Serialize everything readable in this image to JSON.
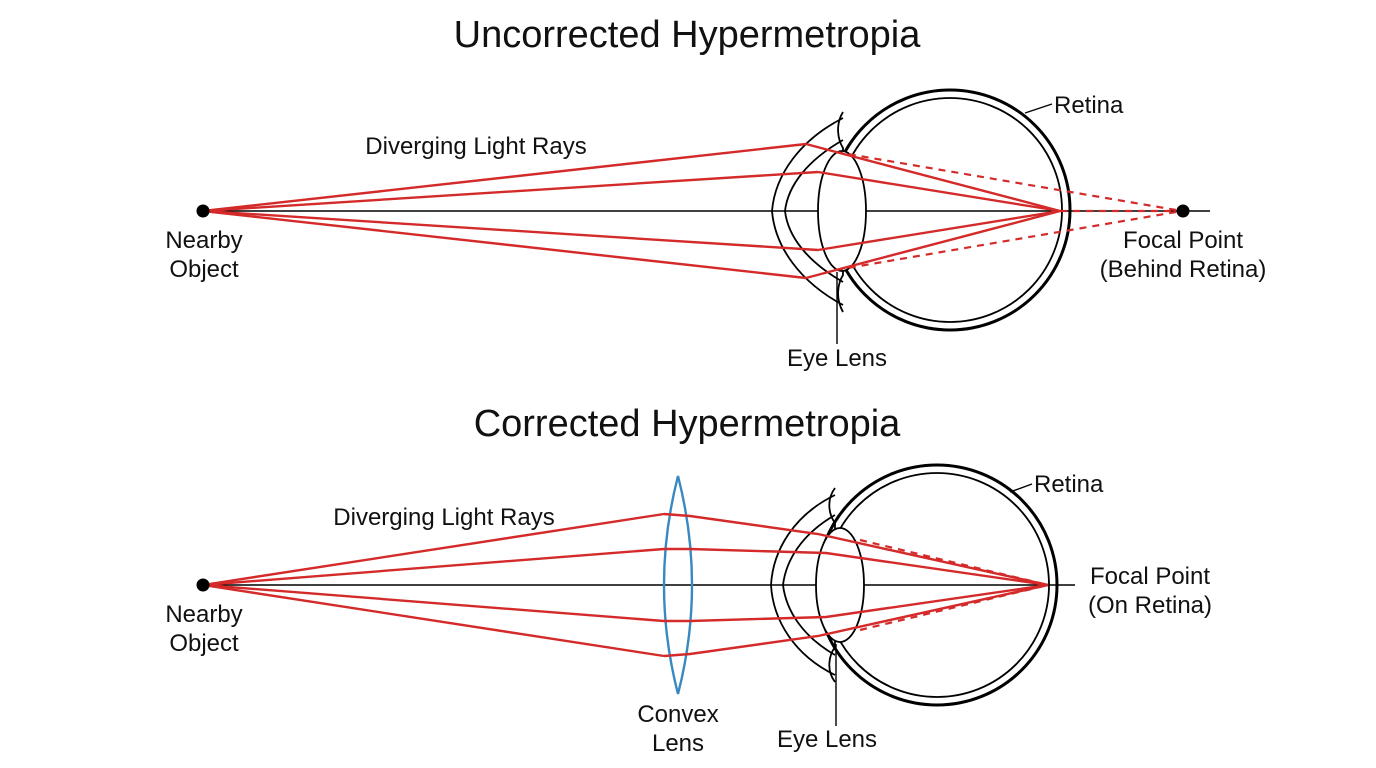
{
  "uncorrected": {
    "title": "Uncorrected Hypermetropia",
    "rays_label": "Diverging Light Rays",
    "object_label_line1": "Nearby",
    "object_label_line2": "Object",
    "retina_label": "Retina",
    "focal_label_line1": "Focal Point",
    "focal_label_line2": "(Behind Retina)",
    "eye_lens_label": "Eye Lens"
  },
  "corrected": {
    "title": "Corrected Hypermetropia",
    "rays_label": "Diverging Light Rays",
    "object_label_line1": "Nearby",
    "object_label_line2": "Object",
    "retina_label": "Retina",
    "focal_label_line1": "Focal Point",
    "focal_label_line2": "(On Retina)",
    "eye_lens_label": "Eye Lens",
    "convex_label_line1": "Convex",
    "convex_label_line2": "Lens"
  },
  "colors": {
    "ray": "#d42a2a",
    "convex_lens": "#3a88c0",
    "outline": "#000000"
  }
}
